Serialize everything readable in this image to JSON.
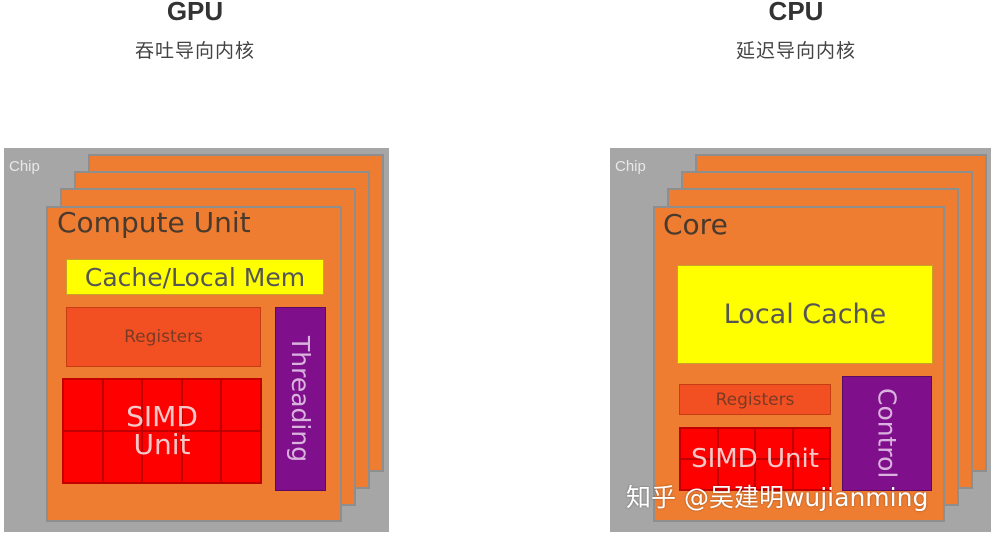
{
  "gpu": {
    "title": "GPU",
    "subtitle": "吞吐导向内核",
    "chip_label": "Chip",
    "unit_label": "Compute Unit",
    "cache_label": "Cache/Local Mem",
    "registers_label": "Registers",
    "simd_line1": "SIMD",
    "simd_line2": "Unit",
    "side_label": "Threading"
  },
  "cpu": {
    "title": "CPU",
    "subtitle": "延迟导向内核",
    "chip_label": "Chip",
    "unit_label": "Core",
    "cache_label": "Local Cache",
    "registers_label": "Registers",
    "simd_label": "SIMD Unit",
    "side_label": "Control"
  },
  "watermark": "知乎 @吴建明wujianming",
  "colors": {
    "chip": "#a6a6a6",
    "unit": "#ee7d31",
    "cache": "#ffff00",
    "registers": "#f25022",
    "simd": "#ff0000",
    "side": "#7f0f8a"
  }
}
